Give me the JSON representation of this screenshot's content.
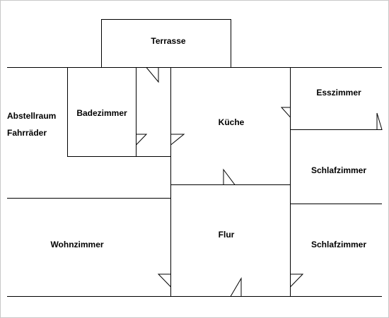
{
  "rooms": {
    "terrasse": "Terrasse",
    "badezimmer": "Badezimmer",
    "kueche": "Küche",
    "esszimmer": "Esszimmer",
    "abstellraum": "Abstellraum",
    "fahrraeder": "Fahrräder",
    "schlafzimmer_upper": "Schlafzimmer",
    "wohnzimmer": "Wohnzimmer",
    "flur": "Flur",
    "schlafzimmer_lower": "Schlafzimmer"
  },
  "colors": {
    "walls": "#000000",
    "frame": "#c8c8c8",
    "background": "#ffffff"
  }
}
